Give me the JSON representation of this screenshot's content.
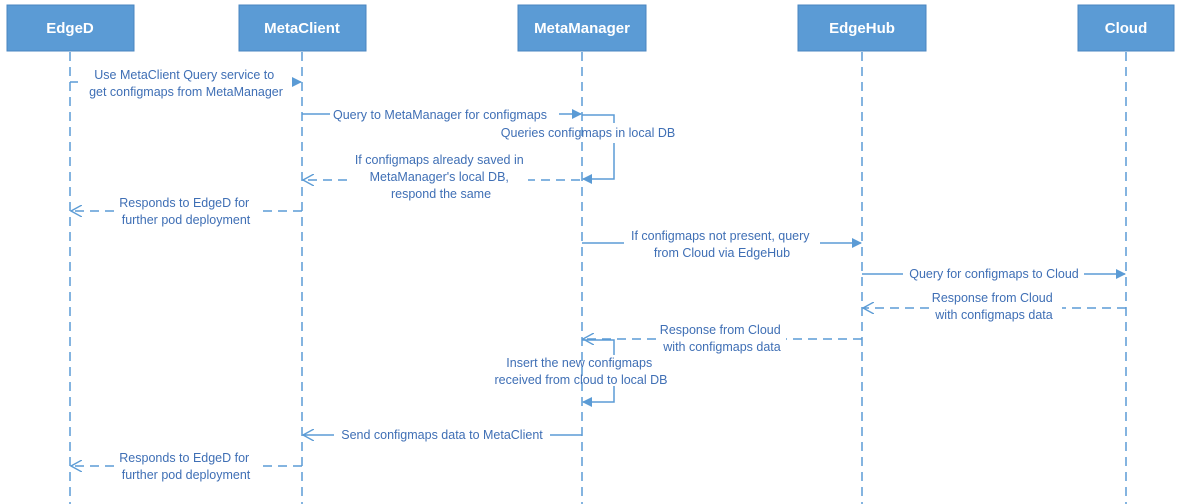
{
  "actors": [
    {
      "id": "edged",
      "label": "EdgeD"
    },
    {
      "id": "metaclient",
      "label": "MetaClient"
    },
    {
      "id": "metamanager",
      "label": "MetaManager"
    },
    {
      "id": "edgehub",
      "label": "EdgeHub"
    },
    {
      "id": "cloud",
      "label": "Cloud"
    }
  ],
  "messages": [
    {
      "from": "edged",
      "to": "metaclient",
      "style": "solid",
      "lines": [
        "Use MetaClient Query service to",
        "get configmaps from MetaManager"
      ]
    },
    {
      "from": "metaclient",
      "to": "metamanager",
      "style": "solid",
      "lines": [
        "Query to MetaManager for configmaps"
      ]
    },
    {
      "from": "metamanager",
      "to": "metamanager",
      "style": "solid",
      "lines": [
        "Queries configmaps in local DB"
      ]
    },
    {
      "from": "metamanager",
      "to": "metaclient",
      "style": "dashed",
      "lines": [
        "If configmaps already saved in",
        "MetaManager's local DB,",
        "respond the same"
      ]
    },
    {
      "from": "metaclient",
      "to": "edged",
      "style": "dashed",
      "lines": [
        "Responds to EdgeD for",
        "further pod deployment"
      ]
    },
    {
      "from": "metamanager",
      "to": "edgehub",
      "style": "solid",
      "lines": [
        "If configmaps not present, query",
        "from Cloud via EdgeHub"
      ]
    },
    {
      "from": "edgehub",
      "to": "cloud",
      "style": "solid",
      "lines": [
        "Query for configmaps to Cloud"
      ]
    },
    {
      "from": "cloud",
      "to": "edgehub",
      "style": "dashed",
      "lines": [
        "Response from Cloud",
        "with configmaps data"
      ]
    },
    {
      "from": "edgehub",
      "to": "metamanager",
      "style": "dashed",
      "lines": [
        "Response from Cloud",
        "with configmaps data"
      ]
    },
    {
      "from": "metamanager",
      "to": "metamanager",
      "style": "solid",
      "lines": [
        "Insert the new configmaps",
        "received from cloud to local DB"
      ]
    },
    {
      "from": "metamanager",
      "to": "metaclient",
      "style": "solid",
      "lines": [
        "Send configmaps data to MetaClient"
      ]
    },
    {
      "from": "metaclient",
      "to": "edged",
      "style": "dashed",
      "lines": [
        "Responds to EdgeD for",
        "further pod deployment"
      ]
    }
  ],
  "colors": {
    "actor_fill": "#5b9bd5",
    "line": "#5b9bd5",
    "text": "#3f6fb5"
  }
}
